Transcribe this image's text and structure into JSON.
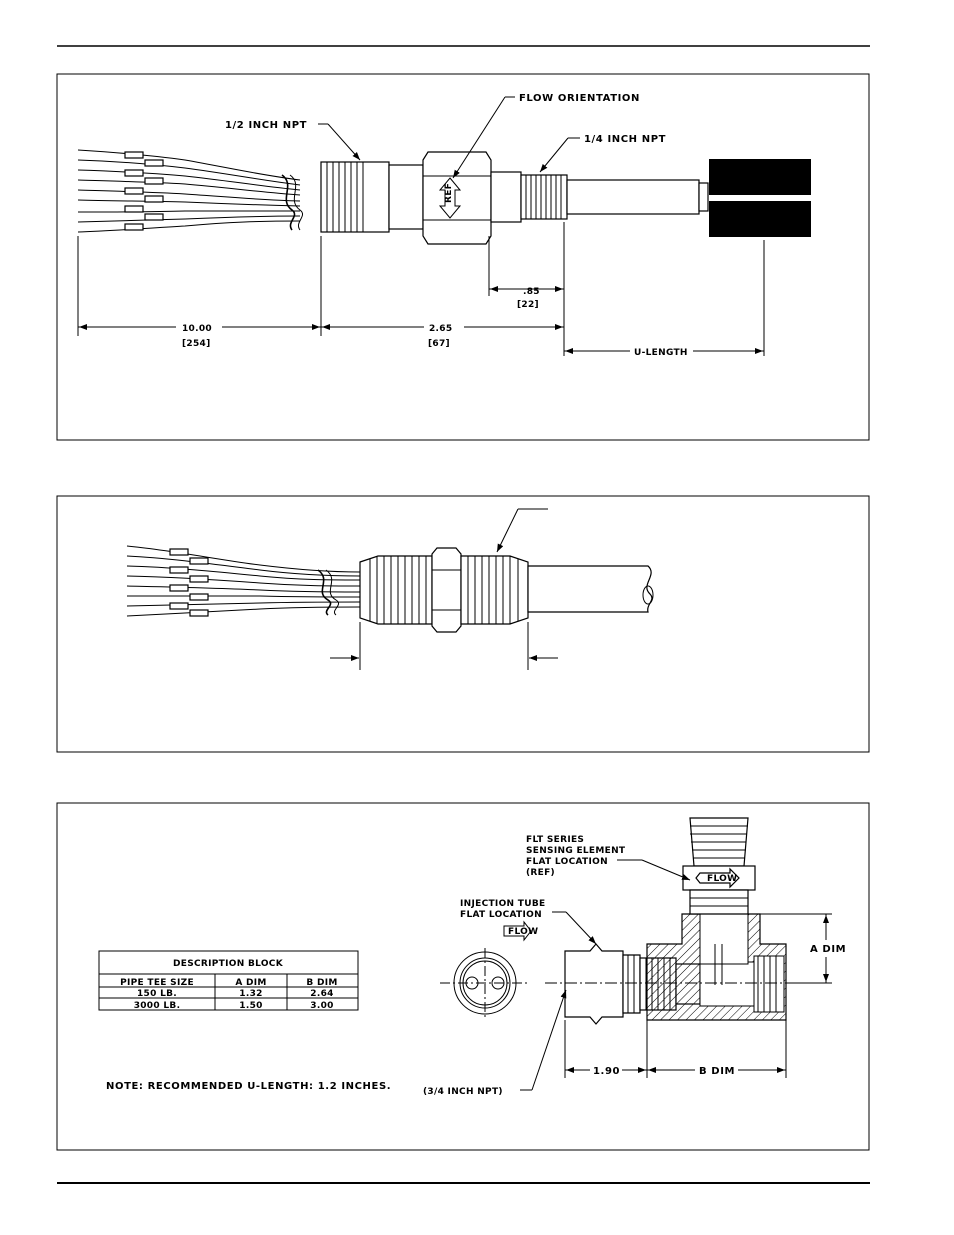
{
  "panel1": {
    "half_inch_npt": "1/2 INCH NPT",
    "flow_orientation": "FLOW ORIENTATION",
    "quarter_inch_npt": "1/4 INCH NPT",
    "ref_label": "REF",
    "dim_085": ".85",
    "dim_085_mm": "[22]",
    "dim_1000": "10.00",
    "dim_1000_mm": "[254]",
    "dim_265": "2.65",
    "dim_265_mm": "[67]",
    "u_length": "U-LENGTH"
  },
  "panel3": {
    "flt_series_1": "FLT SERIES",
    "flt_series_2": "SENSING ELEMENT",
    "flt_series_3": "FLAT LOCATION",
    "flt_series_4": "(REF)",
    "injection_1": "INJECTION TUBE",
    "injection_2": "FLAT LOCATION",
    "flow_arrow_label": "FLOW",
    "flow_tag": "FLOW",
    "a_dim": "A DIM",
    "b_dim": "B DIM",
    "dim_190": "1.90",
    "three_quarter_npt": "(3/4 INCH NPT)",
    "note": "NOTE: RECOMMENDED U-LENGTH: 1.2 INCHES.",
    "table": {
      "title": "DESCRIPTION BLOCK",
      "headers": [
        "PIPE TEE SIZE",
        "A DIM",
        "B DIM"
      ],
      "rows": [
        [
          "150 LB.",
          "1.32",
          "2.64"
        ],
        [
          "3000 LB.",
          "1.50",
          "3.00"
        ]
      ]
    }
  }
}
